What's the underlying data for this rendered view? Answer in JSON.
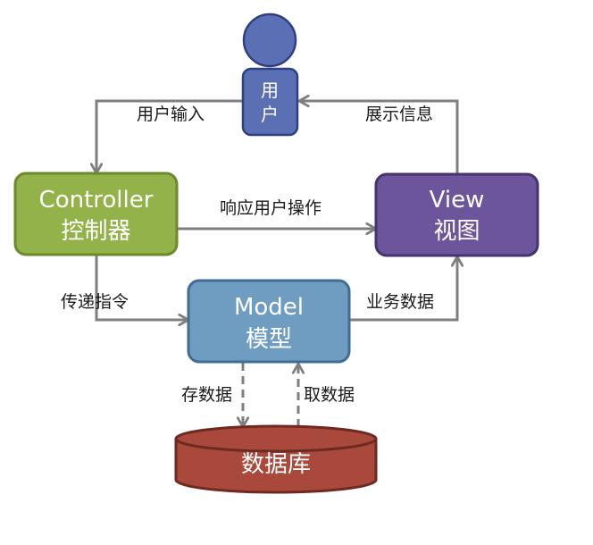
{
  "nodes": {
    "user": {
      "line1": "用",
      "line2": "户"
    },
    "controller": {
      "line1": "Controller",
      "line2": "控制器"
    },
    "view": {
      "line1": "View",
      "line2": "视图"
    },
    "model": {
      "line1": "Model",
      "line2": "模型"
    },
    "database": {
      "label": "数据库"
    }
  },
  "edges": {
    "user_input": "用户输入",
    "show_info": "展示信息",
    "respond_user_action": "响应用户操作",
    "pass_command": "传递指令",
    "business_data": "业务数据",
    "store_data": "存数据",
    "fetch_data": "取数据"
  },
  "colors": {
    "user_fill": "#5b6fb4",
    "user_stroke": "#2f3f80",
    "controller_fill": "#93b24a",
    "controller_stroke": "#6b8a2a",
    "view_fill": "#6d559c",
    "view_stroke": "#45336e",
    "model_fill": "#6f9cc1",
    "model_stroke": "#3f6d96",
    "database_fill": "#a8493c",
    "database_stroke": "#6e2a21",
    "arrow": "#7f7f7f"
  }
}
